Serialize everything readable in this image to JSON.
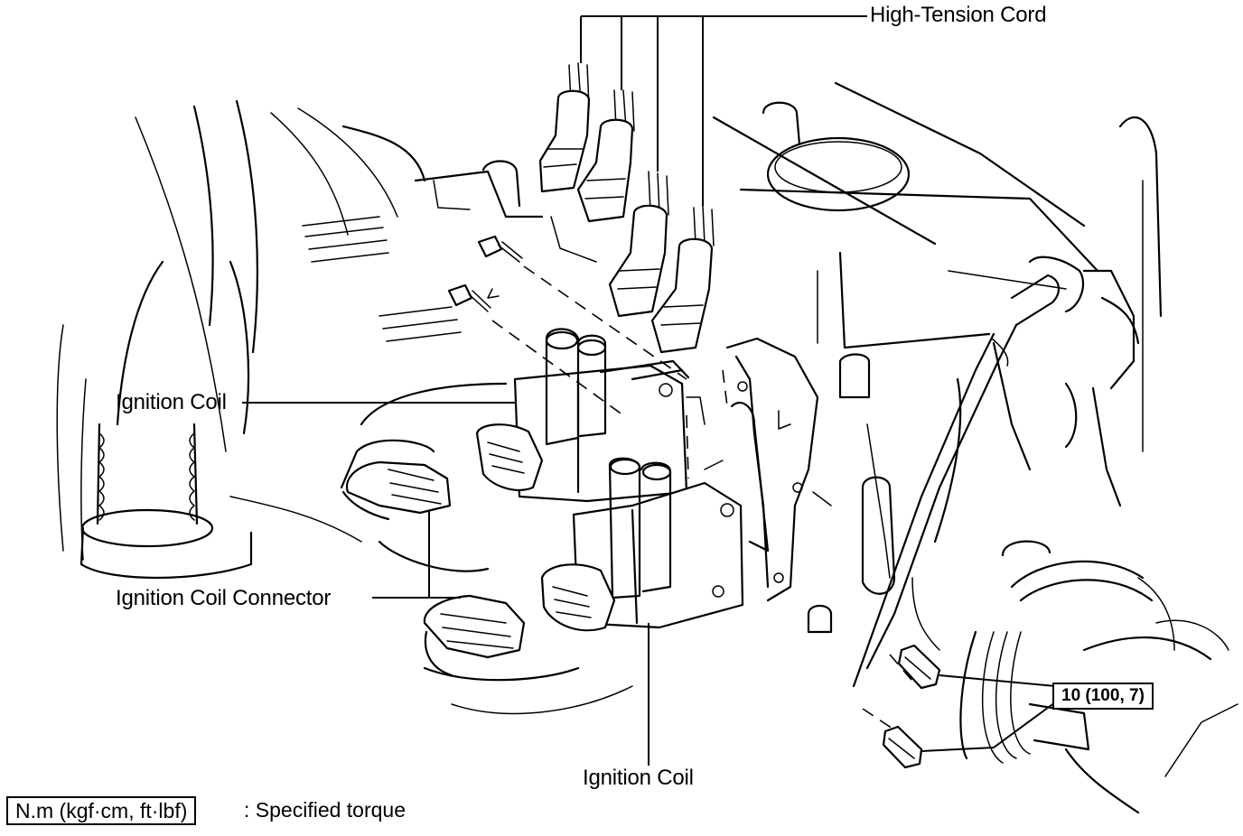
{
  "labels": {
    "high_tension_cord": "High-Tension Cord",
    "ignition_coil_upper": "Ignition Coil",
    "ignition_coil_connector": "Ignition Coil Connector",
    "ignition_coil_lower": "Ignition Coil"
  },
  "torque": {
    "value": "10 (100, 7)"
  },
  "legend": {
    "units": "N.m (kgf·cm, ft·lbf)",
    "description": ": Specified torque"
  }
}
